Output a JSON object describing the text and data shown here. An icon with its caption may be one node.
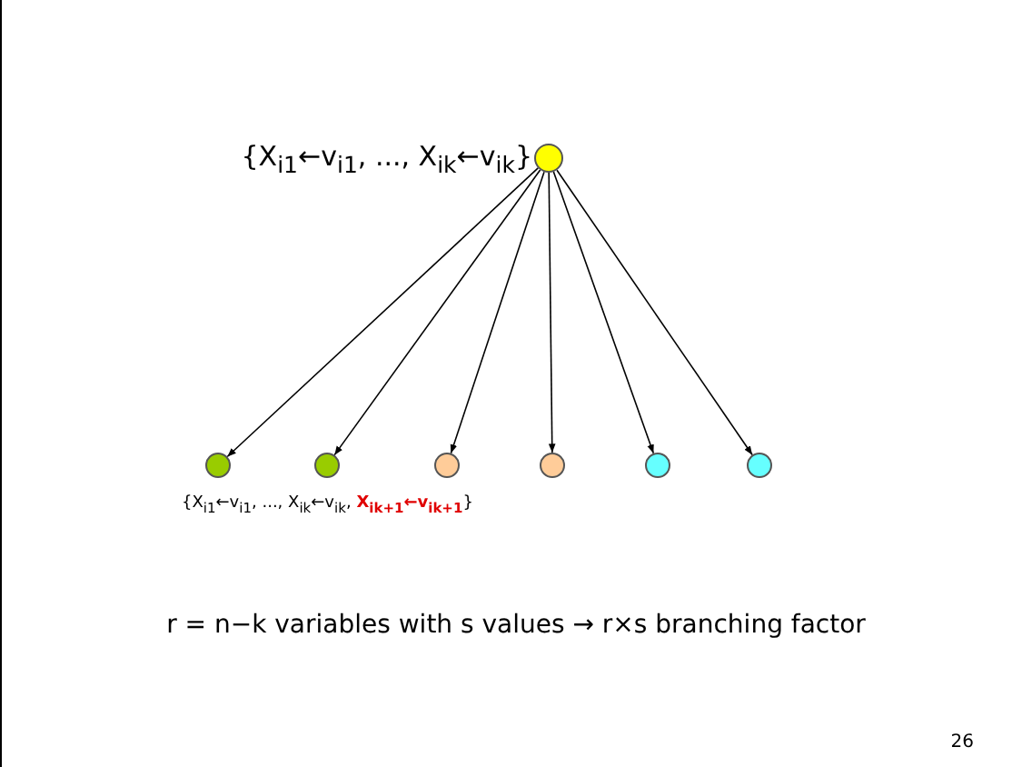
{
  "diagram": {
    "nodes": [
      {
        "text": [],
        "shape": "circle",
        "beside": [
          "{X$_{i1}$←v$_{i1}$, ..., X$_{ik}$←v$_{ik}$}"
        ]
      },
      {
        "text": [],
        "shape": "circle",
        "beside": [
          "{X$_{i1}$←v$_{i1}$, ..., X$_{ik}$←v$_{ik}$, **X$_{ik+1}$←v$_{ik+1}$**}"
        ]
      },
      {
        "text": [],
        "shape": "circle"
      },
      {
        "text": [],
        "shape": "circle"
      },
      {
        "text": [],
        "shape": "circle"
      },
      {
        "text": [],
        "shape": "circle"
      },
      {
        "text": [],
        "shape": "circle"
      }
    ],
    "edges": [
      {
        "from": 0,
        "to": 1,
        "arrow": "to"
      },
      {
        "from": 0,
        "to": 2,
        "arrow": "to"
      },
      {
        "from": 0,
        "to": 3,
        "arrow": "to"
      },
      {
        "from": 0,
        "to": 4,
        "arrow": "to"
      },
      {
        "from": 0,
        "to": 5,
        "arrow": "to"
      },
      {
        "from": 0,
        "to": 6,
        "arrow": "to"
      }
    ],
    "labels": [
      "r = n−k variables with s values → r×s branching factor",
      "26"
    ]
  }
}
